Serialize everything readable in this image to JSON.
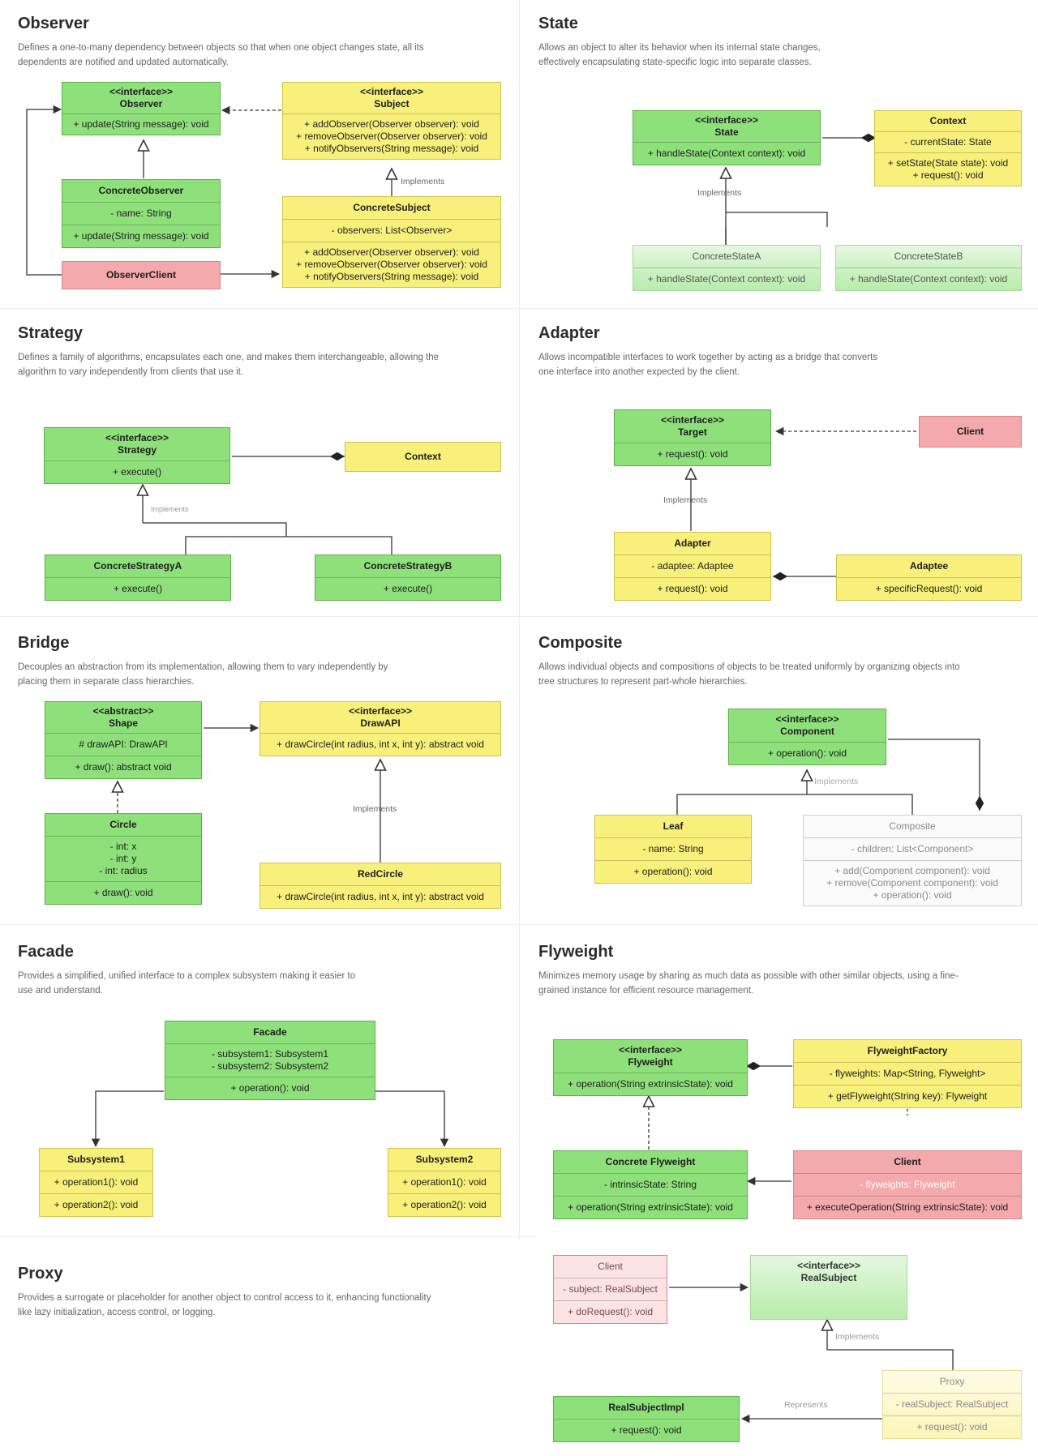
{
  "observer": {
    "title": "Observer",
    "desc": "Defines a one-to-many dependency between objects so that when one object changes state, all its dependents are notified and updated automatically.",
    "observer_iface": {
      "stereo": "<<interface>>",
      "name": "Observer",
      "methods": [
        "+ update(String message): void"
      ]
    },
    "subject_iface": {
      "stereo": "<<interface>>",
      "name": "Subject",
      "methods": [
        "+ addObserver(Observer observer): void",
        "+ removeObserver(Observer observer): void",
        "+ notifyObservers(String message): void"
      ]
    },
    "concrete_observer": {
      "name": "ConcreteObserver",
      "attrs": [
        "- name: String"
      ],
      "methods": [
        "+ update(String message): void"
      ]
    },
    "concrete_subject": {
      "name": "ConcreteSubject",
      "attrs": [
        "- observers: List<Observer>"
      ],
      "methods": [
        "+ addObserver(Observer observer): void",
        "+ removeObserver(Observer observer): void",
        "+ notifyObservers(String message): void"
      ]
    },
    "client": {
      "name": "ObserverClient"
    },
    "implements_label": "Implements"
  },
  "state": {
    "title": "State",
    "desc": "Allows an object to alter its behavior when its internal state changes, effectively encapsulating state-specific logic into separate classes.",
    "state_iface": {
      "stereo": "<<interface>>",
      "name": "State",
      "methods": [
        "+ handleState(Context context): void"
      ]
    },
    "context": {
      "name": "Context",
      "attrs": [
        "- currentState: State"
      ],
      "methods": [
        "+ setState(State state): void",
        "+ request(): void"
      ]
    },
    "state_a": {
      "name": "ConcreteStateA",
      "methods": [
        "+ handleState(Context context): void"
      ]
    },
    "state_b": {
      "name": "ConcreteStateB",
      "methods": [
        "+ handleState(Context context): void"
      ]
    },
    "implements_label": "Implements"
  },
  "strategy": {
    "title": "Strategy",
    "desc": "Defines a family of algorithms, encapsulates each one, and makes them interchangeable, allowing the algorithm to vary independently from clients that use it.",
    "strategy_iface": {
      "stereo": "<<interface>>",
      "name": "Strategy",
      "methods": [
        "+ execute()"
      ]
    },
    "context": {
      "name": "Context"
    },
    "strategy_a": {
      "name": "ConcreteStrategyA",
      "methods": [
        "+ execute()"
      ]
    },
    "strategy_b": {
      "name": "ConcreteStrategyB",
      "methods": [
        "+ execute()"
      ]
    },
    "implements_label": "Implements"
  },
  "adapter": {
    "title": "Adapter",
    "desc": "Allows incompatible interfaces to work together by acting as a bridge that converts one interface into another expected by the client.",
    "target": {
      "stereo": "<<interface>>",
      "name": "Target",
      "methods": [
        "+ request(): void"
      ]
    },
    "client": {
      "name": "Client"
    },
    "adapter": {
      "name": "Adapter",
      "attrs": [
        "- adaptee: Adaptee"
      ],
      "methods": [
        "+ request(): void"
      ]
    },
    "adaptee": {
      "name": "Adaptee",
      "methods": [
        "+ specificRequest(): void"
      ]
    },
    "implements_label": "Implements"
  },
  "bridge": {
    "title": "Bridge",
    "desc": "Decouples an abstraction from its implementation, allowing them to vary independently by placing them in separate class hierarchies.",
    "shape": {
      "stereo": "<<abstract>>",
      "name": "Shape",
      "attrs": [
        "# drawAPI: DrawAPI"
      ],
      "methods": [
        "+ draw(): abstract void"
      ]
    },
    "drawapi": {
      "stereo": "<<interface>>",
      "name": "DrawAPI",
      "methods": [
        "+ drawCircle(int radius, int x, int y): abstract void"
      ]
    },
    "circle": {
      "name": "Circle",
      "attrs": [
        "- int: x",
        "- int: y",
        "- int: radius"
      ],
      "methods": [
        "+ draw(): void"
      ]
    },
    "redcircle": {
      "name": "RedCircle",
      "methods": [
        "+ drawCircle(int radius, int x, int y): abstract void"
      ]
    },
    "implements_label": "Implements"
  },
  "composite": {
    "title": "Composite",
    "desc": "Allows individual objects and compositions of objects to be treated uniformly by organizing objects into tree structures to represent part-whole hierarchies.",
    "component": {
      "stereo": "<<interface>>",
      "name": "Component",
      "methods": [
        "+ operation(): void"
      ]
    },
    "leaf": {
      "name": "Leaf",
      "attrs": [
        "- name: String"
      ],
      "methods": [
        "+ operation(): void"
      ]
    },
    "composite": {
      "name": "Composite",
      "attrs": [
        "- children: List<Component>"
      ],
      "methods": [
        "+ add(Component component): void",
        "+ remove(Component component): void",
        "+ operation(): void"
      ]
    },
    "implements_label": "Implements"
  },
  "facade": {
    "title": "Facade",
    "desc": "Provides a simplified, unified interface to a complex subsystem making it easier to use and understand.",
    "facade": {
      "name": "Facade",
      "attrs": [
        "- subsystem1: Subsystem1",
        "- subsystem2: Subsystem2"
      ],
      "methods": [
        "+ operation(): void"
      ]
    },
    "subsystem1": {
      "name": "Subsystem1",
      "methods": [
        "+ operation1(): void",
        "+ operation2(): void"
      ]
    },
    "subsystem2": {
      "name": "Subsystem2",
      "methods": [
        "+ operation1(): void",
        "+ operation2(): void"
      ]
    }
  },
  "flyweight": {
    "title": "Flyweight",
    "desc": "Minimizes memory usage by sharing as much data as possible with other similar objects, using a fine-grained instance for efficient resource management.",
    "flyweight_iface": {
      "stereo": "<<interface>>",
      "name": "Flyweight",
      "methods": [
        "+ operation(String extrinsicState): void"
      ]
    },
    "factory": {
      "name": "FlyweightFactory",
      "attrs": [
        "- flyweights: Map<String, Flyweight>"
      ],
      "methods": [
        "+ getFlyweight(String key): Flyweight"
      ]
    },
    "concrete": {
      "name": "Concrete Flyweight",
      "attrs": [
        "- intrinsicState: String"
      ],
      "methods": [
        "+ operation(String extrinsicState): void"
      ]
    },
    "client": {
      "name": "Client",
      "attrs": [
        "- flyweights: Flyweight"
      ],
      "methods": [
        "+ executeOperation(String extrinsicState): void"
      ]
    }
  },
  "proxy": {
    "title": "Proxy",
    "desc": "Provides a surrogate or placeholder for another object to control access to it, enhancing functionality like lazy initialization, access control, or logging.",
    "client": {
      "name": "Client",
      "attrs": [
        "- subject: RealSubject"
      ],
      "methods": [
        "+ doRequest(): void"
      ]
    },
    "realsubject": {
      "stereo": "<<interface>>",
      "name": "RealSubject"
    },
    "impl": {
      "name": "RealSubjectImpl",
      "methods": [
        "+ request(): void"
      ]
    },
    "proxy": {
      "name": "Proxy",
      "attrs": [
        "- realSubject: RealSubject"
      ],
      "methods": [
        "+ request(): void"
      ]
    },
    "implements_label": "Implements",
    "represents_label": "Represents"
  },
  "colors": {
    "green": "#8ee07a",
    "yellow": "#f8f07a",
    "red": "#f4a9ad"
  }
}
